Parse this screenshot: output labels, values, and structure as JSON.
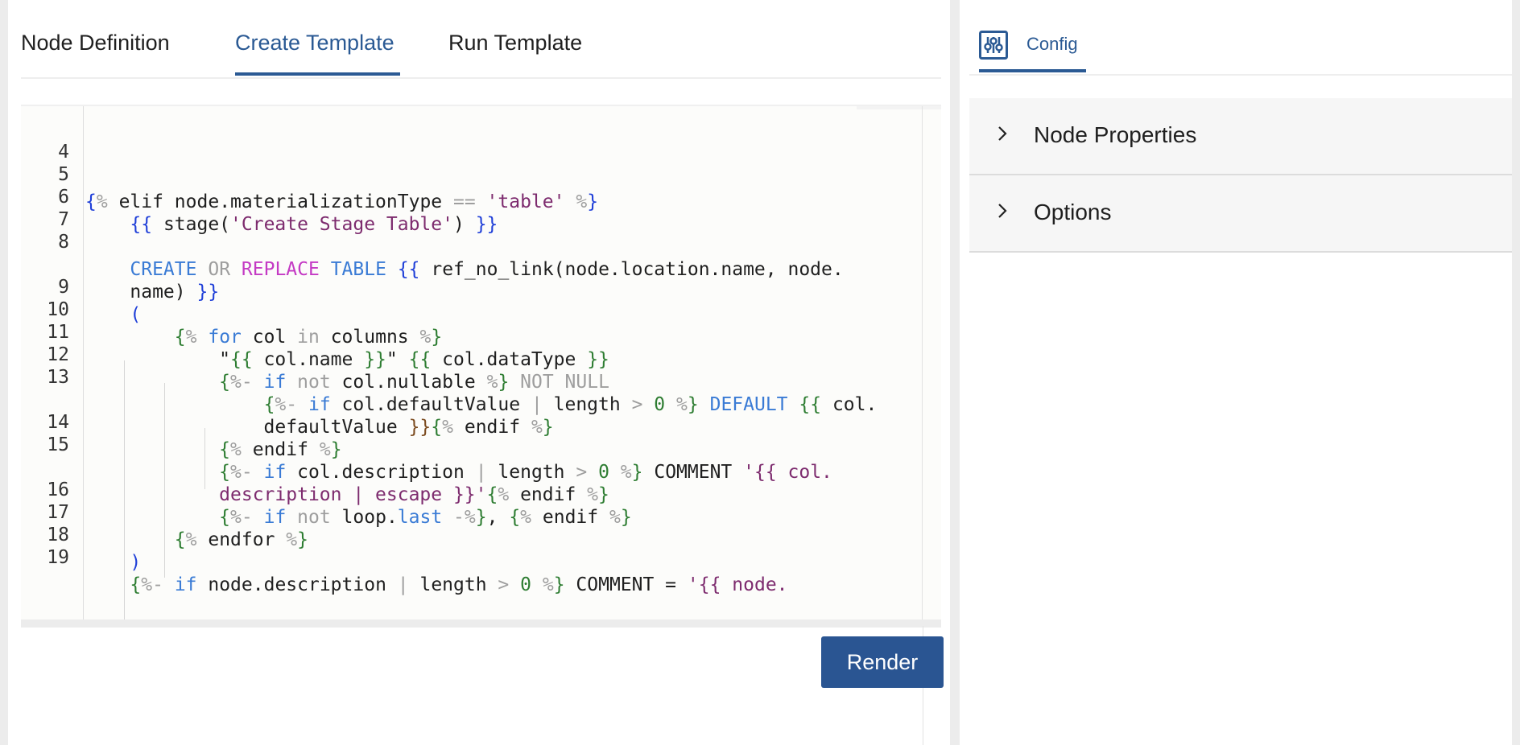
{
  "tabs": [
    {
      "label": "Node Definition"
    },
    {
      "label": "Create Template"
    },
    {
      "label": "Run Template"
    }
  ],
  "active_tab": "Create Template",
  "editor": {
    "lines": [
      {
        "n": "4"
      },
      {
        "n": "5"
      },
      {
        "n": "6"
      },
      {
        "n": "7"
      },
      {
        "n": "8"
      },
      {
        "n": ""
      },
      {
        "n": "9"
      },
      {
        "n": "10"
      },
      {
        "n": "11"
      },
      {
        "n": "12"
      },
      {
        "n": "13"
      },
      {
        "n": ""
      },
      {
        "n": "14"
      },
      {
        "n": "15"
      },
      {
        "n": ""
      },
      {
        "n": "16"
      },
      {
        "n": "17"
      },
      {
        "n": "18"
      },
      {
        "n": "19"
      }
    ]
  },
  "render_button": "Render",
  "config": {
    "tab_label": "Config",
    "icon": "sliders-icon",
    "sections": [
      {
        "label": "Node Properties",
        "icon": "chevron-right-icon"
      },
      {
        "label": "Options",
        "icon": "chevron-right-icon"
      }
    ]
  },
  "colors": {
    "accent": "#2b5a94",
    "button_bg": "#2a5592"
  }
}
